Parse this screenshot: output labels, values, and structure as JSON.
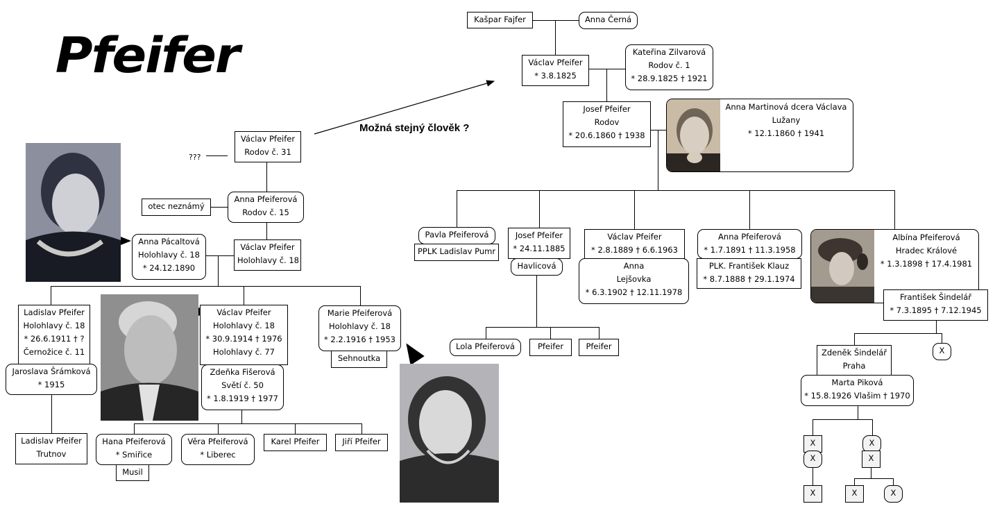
{
  "title": "Pfeifer",
  "note": "Možná stejný člověk ?",
  "unknown_marker": "???",
  "people": {
    "kaspar": [
      "Kašpar Fajfer"
    ],
    "anna_cerna": [
      "Anna Černá"
    ],
    "vaclav_1825": [
      "Václav Pfeifer",
      " * 3.8.1825"
    ],
    "katerina": [
      "Kateřina Zilvarová",
      "Rodov č. 1",
      "* 28.9.1825  † 1921"
    ],
    "josef_1860": [
      "Josef Pfeifer",
      "Rodov",
      "* 20.6.1860  † 1938"
    ],
    "anna_martinova": [
      "Anna Martinová dcera Václava",
      "Lužany",
      "* 12.1.1860  † 1941"
    ],
    "pavla": [
      "Pavla Pfeiferová"
    ],
    "pumr": [
      "PPLK Ladislav Pumr"
    ],
    "josef_1885": [
      "Josef Pfeifer",
      "* 24.11.1885"
    ],
    "havlicova": [
      "Havlicová"
    ],
    "vaclav_1889": [
      "Václav Pfeifer",
      "* 2.8.1889  † 6.6.1963"
    ],
    "anna_lejsovka": [
      "Anna",
      "Lejšovka",
      "* 6.3.1902  † 12.11.1978"
    ],
    "anna_1891": [
      "Anna Pfeiferová",
      "* 1.7.1891  † 11.3.1958"
    ],
    "klauz": [
      "PLK. František Klauz",
      "* 8.7.1888  † 29.1.1974"
    ],
    "albina": [
      "Albína Pfeiferová",
      "Hradec Králové",
      "* 1.3.1898  † 17.4.1981"
    ],
    "sindelar_f": [
      "František Šindelář",
      "* 7.3.1895  † 7.12.1945"
    ],
    "lola": [
      "Lola Pfeiferová"
    ],
    "pfeifer_a": [
      "Pfeifer"
    ],
    "pfeifer_b": [
      "Pfeifer"
    ],
    "zdenek": [
      "Zdeněk Šindelář",
      "Praha"
    ],
    "marta": [
      "Marta Piková",
      "* 15.8.1926 Vlašim † 1970"
    ],
    "x_unknown": [
      "X"
    ],
    "vaclav_rodov31": [
      "Václav Pfeifer",
      "Rodov č. 31"
    ],
    "otec": [
      "otec neznámý"
    ],
    "anna_rodov15": [
      "Anna Pfeiferová",
      "Rodov č. 15"
    ],
    "anna_pacaltova": [
      "Anna Pácaltová",
      "Holohlavy č. 18",
      "* 24.12.1890"
    ],
    "vaclav_holohlavy": [
      "Václav Pfeifer",
      "Holohlavy č. 18"
    ],
    "ladislav_1911": [
      "Ladislav Pfeifer",
      "Holohlavy č. 18",
      "* 26.6.1911  † ?",
      "Černožice č. 11"
    ],
    "jaroslava": [
      "Jaroslava Šrámková",
      "* 1915"
    ],
    "vaclav_1914": [
      "Václav Pfeifer",
      "Holohlavy č. 18",
      "* 30.9.1914  † 1976",
      "Holohlavy č. 77"
    ],
    "zdenka": [
      "Zdeňka Fišerová",
      "Světí č. 50",
      "* 1.8.1919  † 1977"
    ],
    "marie": [
      "Marie Pfeiferová",
      "Holohlavy č. 18",
      "* 2.2.1916  † 1953"
    ],
    "sehnoutka": [
      "Sehnoutka"
    ],
    "ladislav_trutnov": [
      "Ladislav Pfeifer",
      "Trutnov"
    ],
    "hana": [
      "Hana Pfeiferová",
      "* Smiřice"
    ],
    "musil": [
      "Musil"
    ],
    "vera": [
      "Věra Pfeiferová",
      "* Liberec"
    ],
    "karel": [
      "Karel  Pfeifer"
    ],
    "jiri": [
      "Jiří Pfeifer"
    ]
  },
  "photos": {
    "anna_pacaltova_photo": "portrait-woman-lace-collar",
    "vaclav_1914_photo": "portrait-man-suit",
    "marie_photo": "portrait-woman-smiling",
    "anna_martinova_photo": "portrait-elderly-woman",
    "albina_photo": "portrait-young-woman-hat"
  }
}
